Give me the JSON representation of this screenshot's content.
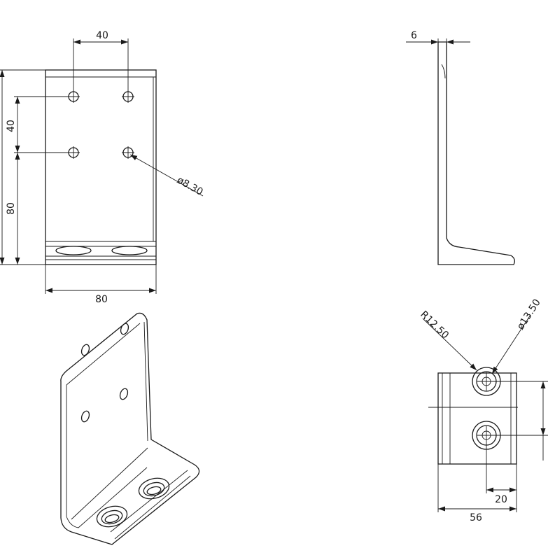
{
  "views": {
    "front": {
      "dims": {
        "hole_spacing_h": "40",
        "hole_spacing_v": "40",
        "height": "80",
        "width": "80",
        "hole_dia": "ø8.30"
      }
    },
    "side": {
      "dims": {
        "thickness": "6"
      }
    },
    "bottom": {
      "dims": {
        "radius": "R12.50",
        "dia": "ø13.50",
        "offset": "20",
        "width": "56"
      }
    }
  }
}
